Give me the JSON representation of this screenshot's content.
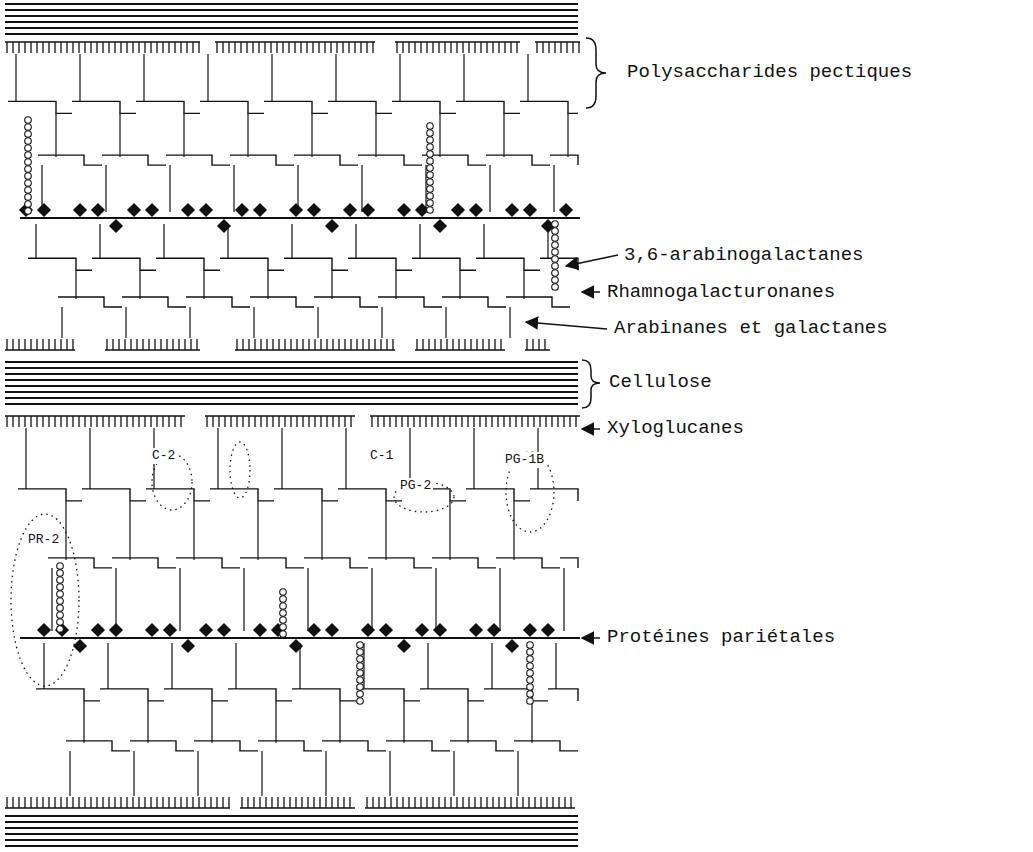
{
  "diagram": {
    "labels": [
      "Polysaccharides pectiques",
      "3,6-arabinogalactanes",
      "Rhamnogalacturonanes",
      "Arabinanes et galactanes",
      "Cellulose",
      "Xyloglucanes",
      "Protéines pariétales",
      "PR-2",
      "C-2",
      "C-1",
      "PG-2",
      "PG-1B"
    ]
  }
}
